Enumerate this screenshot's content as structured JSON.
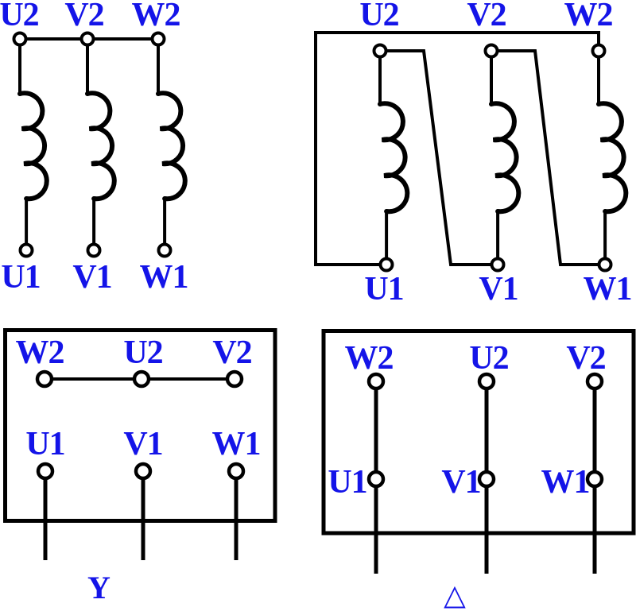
{
  "colors": {
    "label": "#1414E8",
    "line": "#000000",
    "background": "#FFFFFF"
  },
  "schematic_star": {
    "top_terminals": [
      "U2",
      "V2",
      "W2"
    ],
    "bottom_terminals": [
      "U1",
      "V1",
      "W1"
    ]
  },
  "schematic_delta": {
    "top_terminals": [
      "U2",
      "V2",
      "W2"
    ],
    "bottom_terminals": [
      "U1",
      "V1",
      "W1"
    ]
  },
  "terminal_box_star": {
    "top_terminals": [
      "W2",
      "U2",
      "V2"
    ],
    "bottom_terminals": [
      "U1",
      "V1",
      "W1"
    ],
    "caption": "Y"
  },
  "terminal_box_delta": {
    "top_terminals": [
      "W2",
      "U2",
      "V2"
    ],
    "bottom_terminals": [
      "U1",
      "V1",
      "W1"
    ],
    "caption": "△"
  }
}
